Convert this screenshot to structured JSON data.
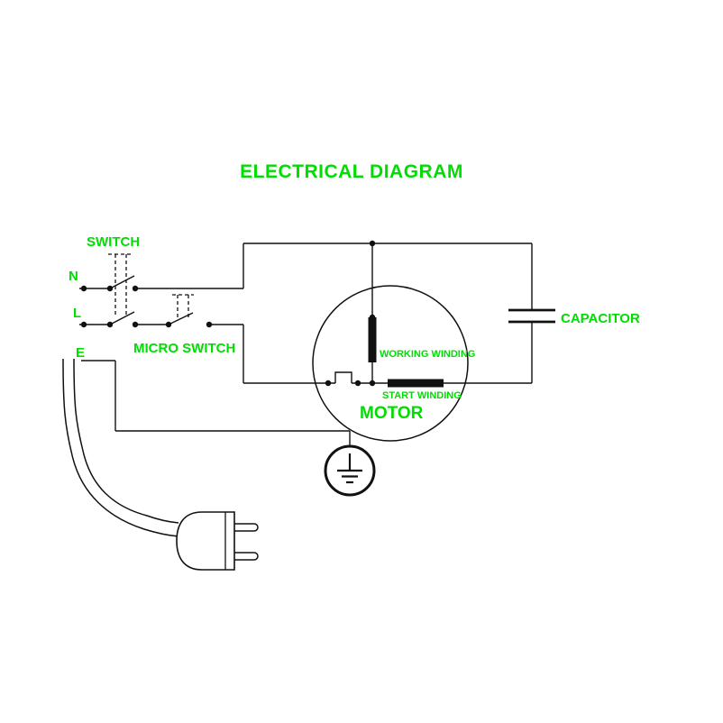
{
  "title": "ELECTRICAL DIAGRAM",
  "labels": {
    "switch": "SWITCH",
    "micro_switch": "MICRO SWITCH",
    "capacitor": "CAPACITOR",
    "motor": "MOTOR",
    "working_winding": "WORKING WINDING",
    "start_winding": "START WINDING",
    "terminal_n": "N",
    "terminal_l": "L",
    "terminal_e": "E"
  },
  "colors": {
    "label_green": "#00dd00",
    "line_black": "#111111",
    "background": "#ffffff"
  }
}
